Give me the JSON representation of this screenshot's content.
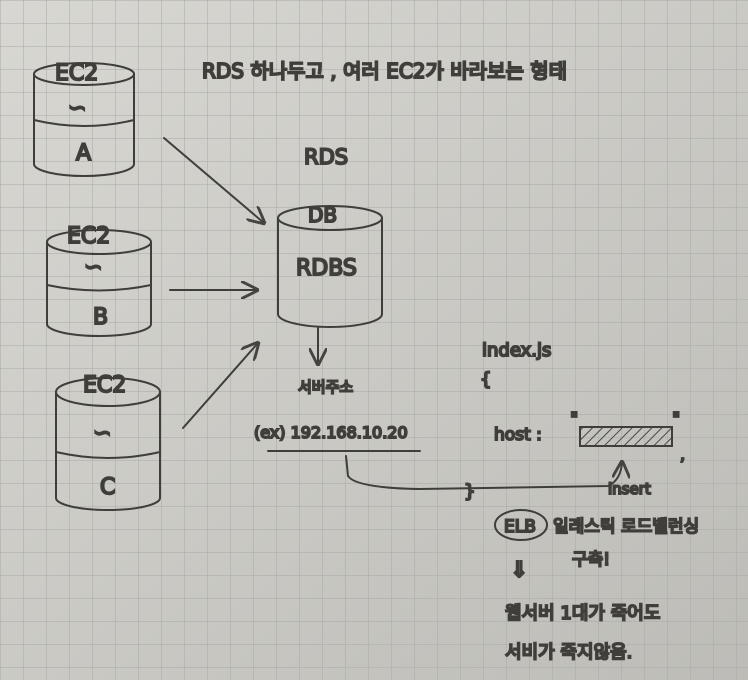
{
  "title": "RDS 하나두고 , 여러 EC2가 바라보는 형태",
  "ec2_nodes": [
    {
      "tag": "EC2",
      "symbol": "∽",
      "label": "A"
    },
    {
      "tag": "EC2",
      "symbol": "∽",
      "label": "B"
    },
    {
      "tag": "EC2",
      "symbol": "∽",
      "label": "C"
    }
  ],
  "rds": {
    "title": "RDS",
    "top_label": "DB",
    "body_label": "RDBS"
  },
  "server_address": {
    "label": "서버주소",
    "example": "(ex) 192.168.10.20"
  },
  "code": {
    "file": "index.js",
    "brace": "{",
    "key": "host :",
    "quote_open": "\"",
    "quote_close": "\"",
    "trail": ",",
    "insert_label": "insert",
    "connector": "}"
  },
  "elb": {
    "badge": "ELB",
    "text": "일래스틱 로드밸런싱",
    "text2": "구축!",
    "arrow": "⇓",
    "note_line1": "웹서버 1대가 죽어도",
    "note_line2": "서비가 죽지않음."
  }
}
